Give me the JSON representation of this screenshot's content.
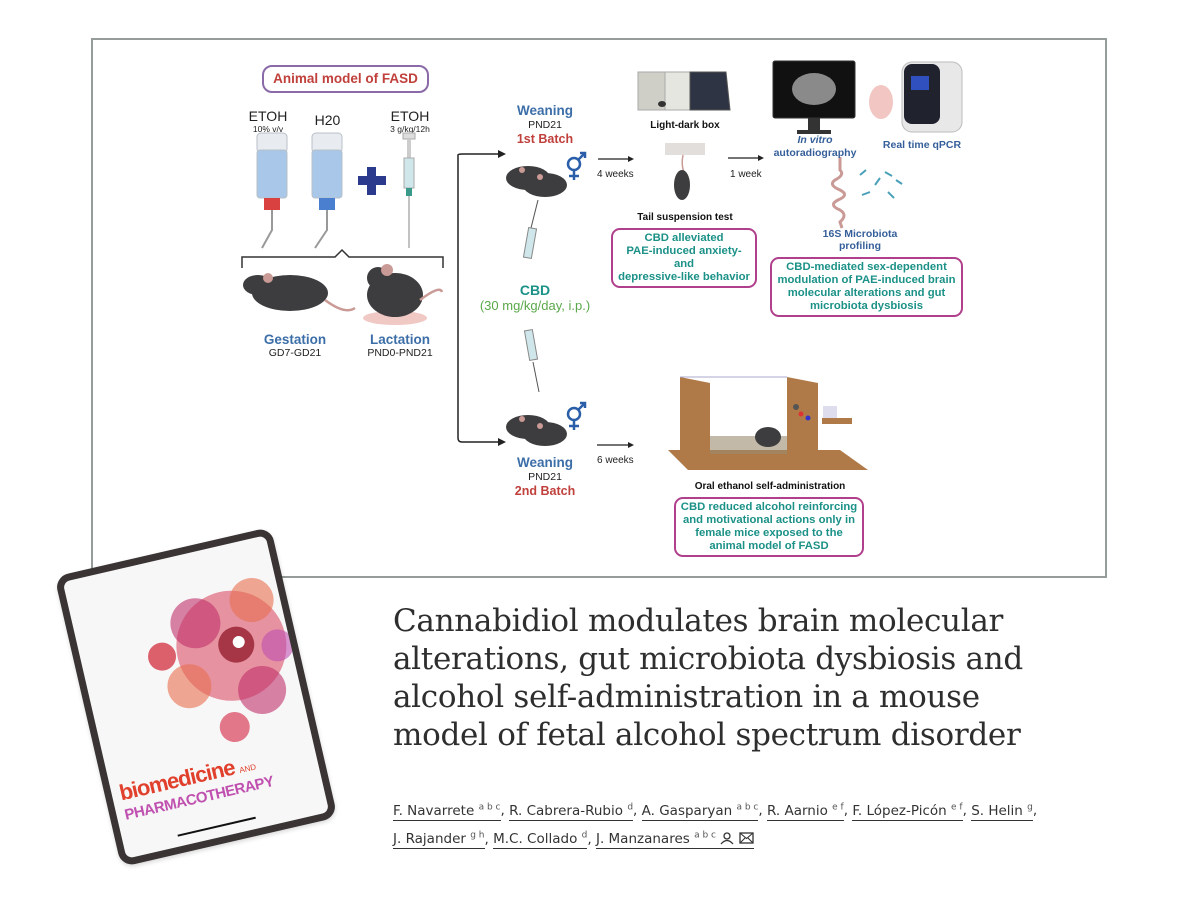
{
  "graphical_abstract": {
    "model_label": "Animal model of FASD",
    "etoh_bottle": {
      "label": "ETOH",
      "sub": "10% v/v"
    },
    "h2o_bottle": {
      "label": "H20"
    },
    "etoh_injection": {
      "label": "ETOH",
      "sub": "3 g/kg/12h"
    },
    "gestation": {
      "label": "Gestation",
      "sub": "GD7-GD21"
    },
    "lactation": {
      "label": "Lactation",
      "sub": "PND0-PND21"
    },
    "batch1": {
      "title": "Weaning",
      "sub": "PND21",
      "batch": "1st Batch"
    },
    "batch2": {
      "title": "Weaning",
      "sub": "PND21",
      "batch": "2nd Batch"
    },
    "cbd": {
      "label": "CBD",
      "dose": "(30 mg/kg/day, i.p.)"
    },
    "arrow_4w": "4 weeks",
    "arrow_1w": "1 week",
    "arrow_6w": "6 weeks",
    "light_dark_box": "Light-dark box",
    "tail_suspension": "Tail suspension test",
    "in_vitro": "In vitro",
    "autoradiography": "autoradiography",
    "qpcr": "Real time qPCR",
    "microbiota_1": "16S Microbiota",
    "microbiota_2": "profiling",
    "oral_ethanol": "Oral ethanol self-administration",
    "outcome1": [
      "CBD alleviated",
      "PAE-induced anxiety- and",
      "depressive-like behavior"
    ],
    "outcome2": [
      "CBD-mediated sex-dependent",
      "modulation of PAE-induced brain",
      "molecular alterations and gut",
      "microbiota dysbiosis"
    ],
    "outcome3": [
      "CBD reduced alcohol reinforcing",
      "and motivational actions only in",
      "female mice exposed to the",
      "animal model of FASD"
    ],
    "colors": {
      "teal": "#1b9187",
      "blue": "#3c6ea8",
      "red": "#c0403c",
      "magenta": "#b0408c",
      "purple": "#8a6aa8",
      "green": "#5aa84a"
    }
  },
  "journal_cover": {
    "line1": "biomedicine",
    "and": "AND",
    "line2": "PHARMACOTHERAPY"
  },
  "article": {
    "title_lines": [
      "Cannabidiol modulates brain molecular",
      "alterations, gut microbiota dysbiosis and",
      "alcohol self-administration in a mouse",
      "model of fetal alcohol spectrum disorder"
    ],
    "authors": [
      {
        "name": "F. Navarrete",
        "aff": "a b c"
      },
      {
        "name": "R. Cabrera-Rubio",
        "aff": "d"
      },
      {
        "name": "A. Gasparyan",
        "aff": "a b c"
      },
      {
        "name": "R. Aarnio",
        "aff": "e f"
      },
      {
        "name": "F. López-Picón",
        "aff": "e f"
      },
      {
        "name": "S. Helin",
        "aff": "g"
      },
      {
        "name": "J. Rajander",
        "aff": "g h"
      },
      {
        "name": "M.C. Collado",
        "aff": "d"
      },
      {
        "name": "J. Manzanares",
        "aff": "a b c"
      }
    ],
    "separator": ","
  }
}
